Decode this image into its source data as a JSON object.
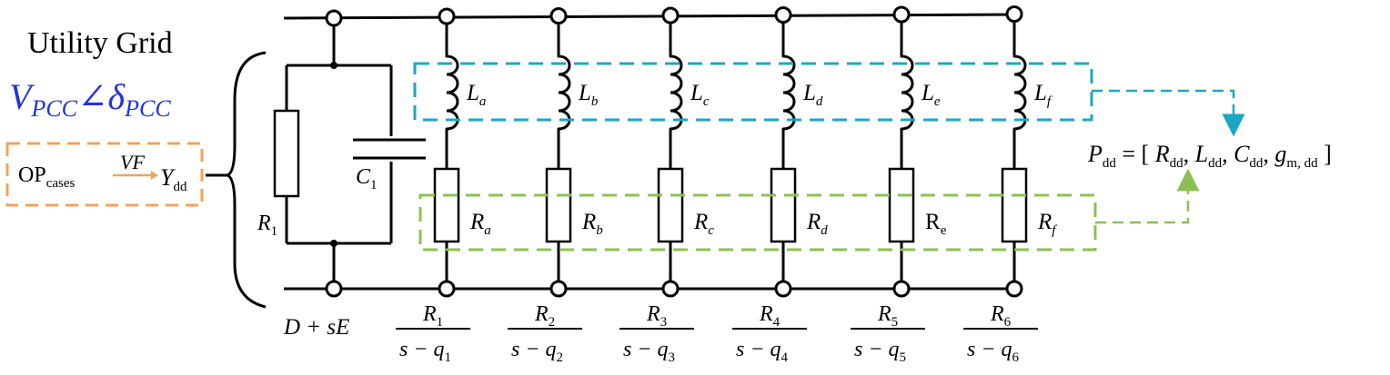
{
  "grid": {
    "title": "Utility Grid",
    "voltage_symbol": "V",
    "voltage_sub": "PCC",
    "angle_symbol": "∠",
    "phase_symbol": "δ",
    "phase_sub": "PCC",
    "voltage_color": "#2233dd"
  },
  "op_box": {
    "op": "OP",
    "op_sub": "cases",
    "method": "VF",
    "y": "Y",
    "y_sub": "dd",
    "color": "#f4a25a"
  },
  "shunt": {
    "r1_label": "R",
    "r1_sub": "1",
    "c1_label": "C",
    "c1_sub": "1",
    "term": "D + sE"
  },
  "branches": [
    {
      "L": "L",
      "L_sub": "a",
      "R": "R",
      "R_sub": "a",
      "num": "R",
      "num_sub": "1",
      "den": "s − q",
      "den_sub": "1"
    },
    {
      "L": "L",
      "L_sub": "b",
      "R": "R",
      "R_sub": "b",
      "num": "R",
      "num_sub": "2",
      "den": "s − q",
      "den_sub": "2"
    },
    {
      "L": "L",
      "L_sub": "c",
      "R": "R",
      "R_sub": "c",
      "num": "R",
      "num_sub": "3",
      "den": "s − q",
      "den_sub": "3"
    },
    {
      "L": "L",
      "L_sub": "d",
      "R": "R",
      "R_sub": "d",
      "num": "R",
      "num_sub": "4",
      "den": "s − q",
      "den_sub": "4"
    },
    {
      "L": "L",
      "L_sub": "e",
      "R": "R",
      "R_sub": "e",
      "num": "R",
      "num_sub": "5",
      "den": "s − q",
      "den_sub": "5"
    },
    {
      "L": "L",
      "L_sub": "f",
      "R": "R",
      "R_sub": "f",
      "num": "R",
      "num_sub": "6",
      "den": "s − q",
      "den_sub": "6"
    }
  ],
  "params": {
    "lhs": "P",
    "lhs_sub": "dd",
    "eq": " = [ ",
    "r": "R",
    "r_sub": "dd",
    "l": "L",
    "l_sub": "dd",
    "c": "C",
    "c_sub": "dd",
    "g": "g",
    "g_sub": "m, dd",
    "close": " ]",
    "sep": ", "
  },
  "colors": {
    "inductor_box": "#1ba7c4",
    "resistor_box": "#8cc152"
  }
}
